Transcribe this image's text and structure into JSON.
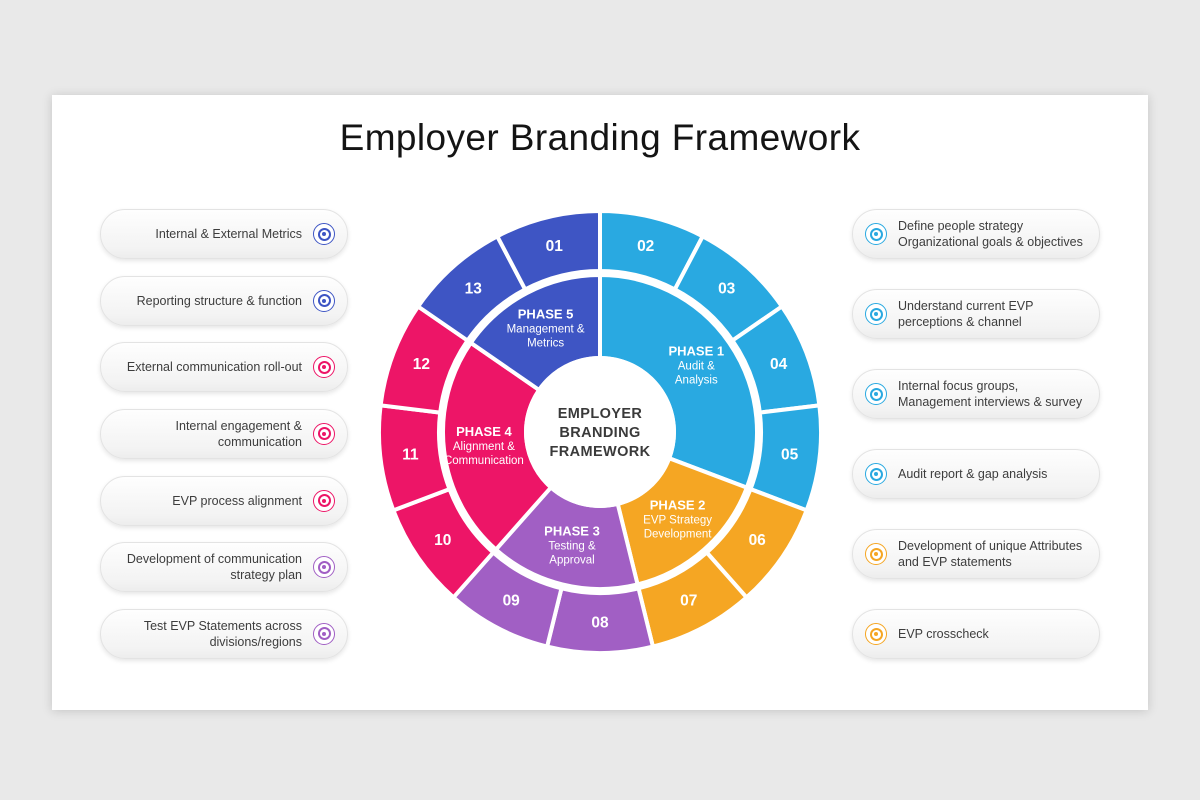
{
  "title": "Employer Branding Framework",
  "center_lines": [
    "EMPLOYER",
    "BRANDING",
    "FRAMEWORK"
  ],
  "palette": {
    "cyan": "#29A9E1",
    "orange": "#F5A623",
    "purple": "#A15FC4",
    "pink": "#ED1567",
    "indigo": "#3E55C4"
  },
  "wheel": {
    "phases": [
      {
        "name": "PHASE 1",
        "label_lines": [
          "Audit &",
          "Analysis"
        ],
        "color": "#29A9E1",
        "segments": [
          "02",
          "03",
          "04",
          "05"
        ]
      },
      {
        "name": "PHASE 2",
        "label_lines": [
          "EVP Strategy",
          "Development"
        ],
        "color": "#F5A623",
        "segments": [
          "06",
          "07"
        ]
      },
      {
        "name": "PHASE 3",
        "label_lines": [
          "Testing &",
          "Approval"
        ],
        "color": "#A15FC4",
        "segments": [
          "08",
          "09"
        ]
      },
      {
        "name": "PHASE 4",
        "label_lines": [
          "Alignment &",
          "Communication"
        ],
        "color": "#ED1567",
        "segments": [
          "10",
          "11",
          "12"
        ]
      },
      {
        "name": "PHASE 5",
        "label_lines": [
          "Management &",
          "Metrics"
        ],
        "color": "#3E55C4",
        "segments": [
          "13",
          "01"
        ]
      }
    ]
  },
  "left_items": [
    {
      "text": "Internal & External Metrics",
      "color": "#3E55C4"
    },
    {
      "text": "Reporting structure & function",
      "color": "#3E55C4"
    },
    {
      "text": "External communication roll-out",
      "color": "#ED1567"
    },
    {
      "text": "Internal engagement & communication",
      "color": "#ED1567"
    },
    {
      "text": "EVP process alignment",
      "color": "#ED1567"
    },
    {
      "text": "Development of communication strategy plan",
      "color": "#A15FC4"
    },
    {
      "text": "Test EVP Statements across divisions/regions",
      "color": "#A15FC4"
    }
  ],
  "right_items": [
    {
      "text": "Define people strategy Organizational goals & objectives",
      "color": "#29A9E1"
    },
    {
      "text": "Understand current EVP perceptions & channel",
      "color": "#29A9E1"
    },
    {
      "text": "Internal focus groups, Management interviews & survey",
      "color": "#29A9E1"
    },
    {
      "text": "Audit report & gap analysis",
      "color": "#29A9E1"
    },
    {
      "text": "Development of unique Attributes and EVP statements",
      "color": "#F5A623"
    },
    {
      "text": "EVP crosscheck",
      "color": "#F5A623"
    }
  ]
}
